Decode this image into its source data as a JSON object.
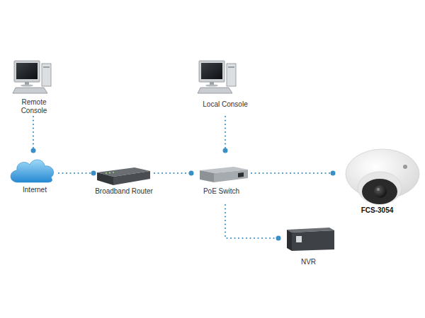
{
  "diagram": {
    "nodes": [
      {
        "text": [
          "Remote Console"
        ]
      },
      {
        "text": [
          "Local Console"
        ]
      },
      {
        "text": [
          "Internet"
        ]
      },
      {
        "text": [
          "Broadband Router"
        ]
      },
      {
        "text": [
          "PoE Switch"
        ]
      },
      {
        "text": [
          "FCS-3054"
        ]
      },
      {
        "text": [
          "NVR"
        ]
      }
    ],
    "edges": [
      {
        "from": 0,
        "to": 2,
        "arrow": "to"
      },
      {
        "from": 1,
        "to": 4,
        "arrow": "to"
      },
      {
        "from": 2,
        "to": 3,
        "arrow": "to"
      },
      {
        "from": 3,
        "to": 4,
        "arrow": "to"
      },
      {
        "from": 4,
        "to": 5,
        "arrow": "to"
      },
      {
        "from": 4,
        "to": 6,
        "arrow": "to"
      }
    ]
  }
}
